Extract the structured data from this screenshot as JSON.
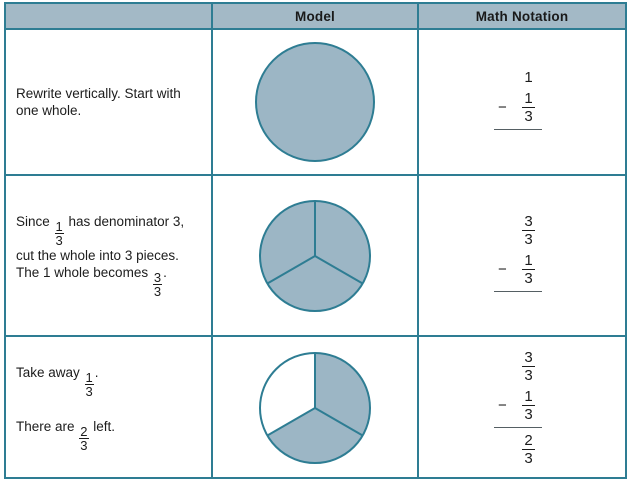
{
  "table": {
    "headers": {
      "col1": "",
      "col2": "Model",
      "col3": "Math Notation"
    },
    "rows": [
      {
        "id": "row-rewrite-vertically",
        "prose": [
          {
            "segments": [
              {
                "type": "text",
                "value": "Rewrite vertically. Start with one whole."
              }
            ]
          }
        ],
        "model": {
          "type": "circle",
          "slices_total": 1,
          "slices_filled": 1,
          "divided": false,
          "label": "one whole circle"
        },
        "notation": {
          "top": {
            "whole": "1"
          },
          "bottom": {
            "operator": "−",
            "numerator": "1",
            "denominator": "3"
          },
          "result": null
        }
      },
      {
        "id": "row-cut-into-thirds",
        "prose": [
          {
            "segments": [
              {
                "type": "text",
                "value": "Since "
              },
              {
                "type": "fraction",
                "numerator": "1",
                "denominator": "3"
              },
              {
                "type": "text",
                "value": " has denominator 3, cut the whole into 3 pieces. The 1 whole becomes "
              },
              {
                "type": "fraction",
                "numerator": "3",
                "denominator": "3"
              },
              {
                "type": "text",
                "value": "."
              }
            ]
          }
        ],
        "model": {
          "type": "circle",
          "slices_total": 3,
          "slices_filled": 3,
          "divided": true,
          "label": "circle cut into 3 equal pieces, all shaded"
        },
        "notation": {
          "top": {
            "numerator": "3",
            "denominator": "3"
          },
          "bottom": {
            "operator": "−",
            "numerator": "1",
            "denominator": "3"
          },
          "result": null
        }
      },
      {
        "id": "row-take-away-one-third",
        "prose": [
          {
            "segments": [
              {
                "type": "text",
                "value": "Take away "
              },
              {
                "type": "fraction",
                "numerator": "1",
                "denominator": "3"
              },
              {
                "type": "text",
                "value": "."
              }
            ]
          },
          {
            "segments": [
              {
                "type": "text",
                "value": "There are "
              },
              {
                "type": "fraction",
                "numerator": "2",
                "denominator": "3"
              },
              {
                "type": "text",
                "value": " left."
              }
            ]
          }
        ],
        "model": {
          "type": "circle",
          "slices_total": 3,
          "slices_filled": 2,
          "divided": true,
          "label": "circle cut into 3 pieces with 2 shaded"
        },
        "notation": {
          "top": {
            "numerator": "3",
            "denominator": "3"
          },
          "bottom": {
            "operator": "−",
            "numerator": "1",
            "denominator": "3"
          },
          "result": {
            "numerator": "2",
            "denominator": "3"
          }
        }
      }
    ]
  },
  "colors": {
    "border": "#2e7d93",
    "header_background": "#a3b9c6",
    "model_fill": "#9cb6c5",
    "model_stroke": "#2e7d93",
    "text": "#1c1c1c"
  }
}
